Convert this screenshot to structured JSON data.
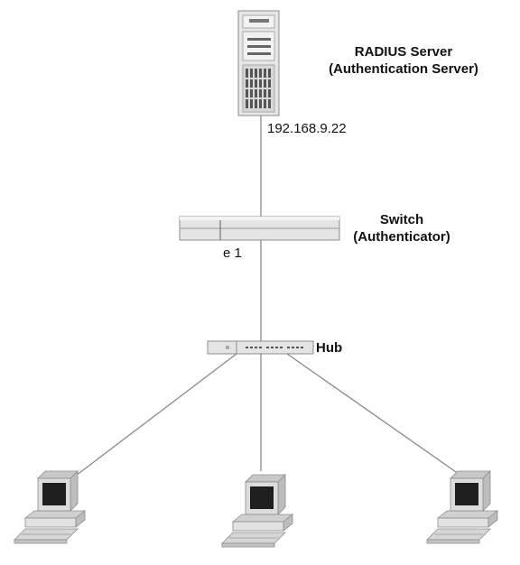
{
  "server": {
    "name": "RADIUS Server",
    "role": "(Authentication Server)",
    "ip": "192.168.9.22"
  },
  "switch": {
    "name": "Switch",
    "role": "(Authenticator)",
    "port": "e 1"
  },
  "hub": {
    "name": "Hub"
  },
  "clients": [
    {
      "icon": "computer-icon"
    },
    {
      "icon": "computer-icon"
    },
    {
      "icon": "computer-icon"
    }
  ],
  "colors": {
    "line": "#8a8a8a",
    "device_fill": "#e4e4e4",
    "device_stroke": "#8c8c8c"
  }
}
